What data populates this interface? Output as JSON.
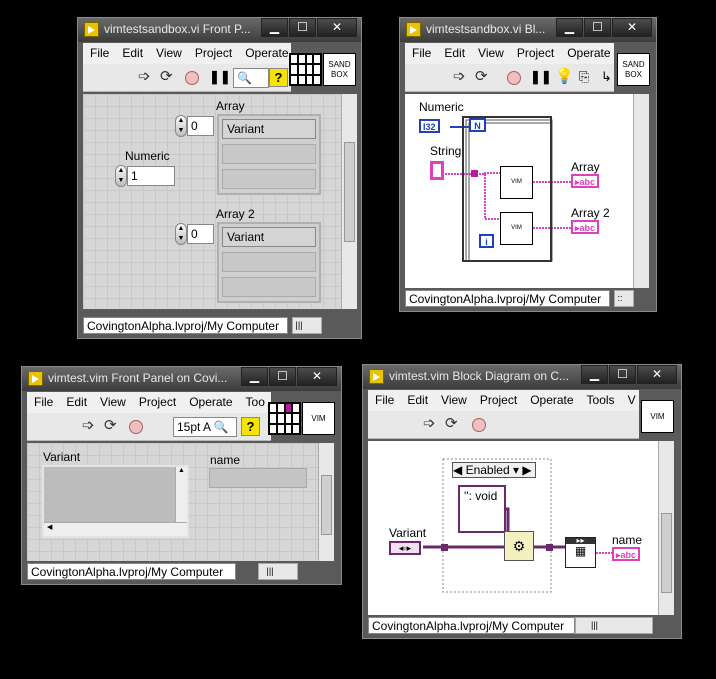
{
  "windows": {
    "w1": {
      "title": "vimtestsandbox.vi Front P...",
      "menus": [
        "File",
        "Edit",
        "View",
        "Project",
        "Operate"
      ],
      "icon_text_1": "SAND",
      "icon_text_2": "BOX",
      "numeric_label": "Numeric",
      "numeric_value": "1",
      "array_label": "Array",
      "array_index": "0",
      "array_first_value": "Variant",
      "array2_label": "Array 2",
      "array2_index": "0",
      "array2_first_value": "Variant",
      "status": "CovingtonAlpha.lvproj/My Computer"
    },
    "w2": {
      "title": "vimtestsandbox.vi Bl...",
      "menus": [
        "File",
        "Edit",
        "View",
        "Project",
        "Operate"
      ],
      "icon_text_1": "SAND",
      "icon_text_2": "BOX",
      "numeric_label": "Numeric",
      "numeric_term": "I32",
      "n_term": "N",
      "i_term": "i",
      "string_label": "String",
      "subvi_text": "VIM",
      "array_label": "Array",
      "array2_label": "Array 2",
      "abc": "abc",
      "status": "CovingtonAlpha.lvproj/My Computer"
    },
    "w3": {
      "title": "vimtest.vim Front Panel on Covi...",
      "menus": [
        "File",
        "Edit",
        "View",
        "Project",
        "Operate",
        "Too"
      ],
      "font": "15pt A",
      "icon_text": "VIM",
      "variant_label": "Variant",
      "name_label": "name",
      "status": "CovingtonAlpha.lvproj/My Computer"
    },
    "w4": {
      "title": "vimtest.vim Block Diagram on C...",
      "menus": [
        "File",
        "Edit",
        "View",
        "Project",
        "Operate",
        "Tools",
        "V"
      ],
      "icon_text": "VIM",
      "enabled": "Enabled",
      "void_text": "'': void",
      "variant_label": "Variant",
      "name_label": "name",
      "abc": "abc",
      "status": "CovingtonAlpha.lvproj/My Computer"
    }
  },
  "window_buttons": {
    "minimize": "▁",
    "maximize": "☐",
    "close": "✕"
  },
  "colors": {
    "string_wire": "#e040c0",
    "variant_wire": "#6a2a6a",
    "numeric_wire": "#2040c0"
  }
}
